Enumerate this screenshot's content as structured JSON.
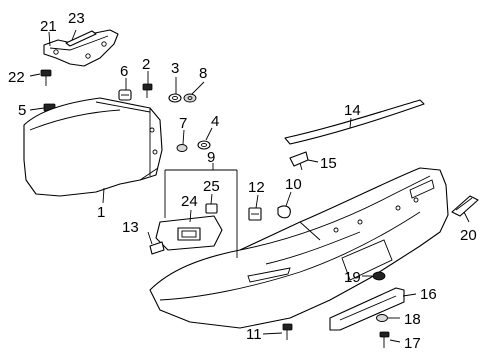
{
  "callouts": {
    "1": "1",
    "2": "2",
    "3": "3",
    "4": "4",
    "5": "5",
    "6": "6",
    "7": "7",
    "8": "8",
    "9": "9",
    "10": "10",
    "11": "11",
    "12": "12",
    "13": "13",
    "14": "14",
    "15": "15",
    "16": "16",
    "17": "17",
    "18": "18",
    "19": "19",
    "20": "20",
    "21": "21",
    "22": "22",
    "23": "23",
    "24": "24",
    "25": "25"
  }
}
